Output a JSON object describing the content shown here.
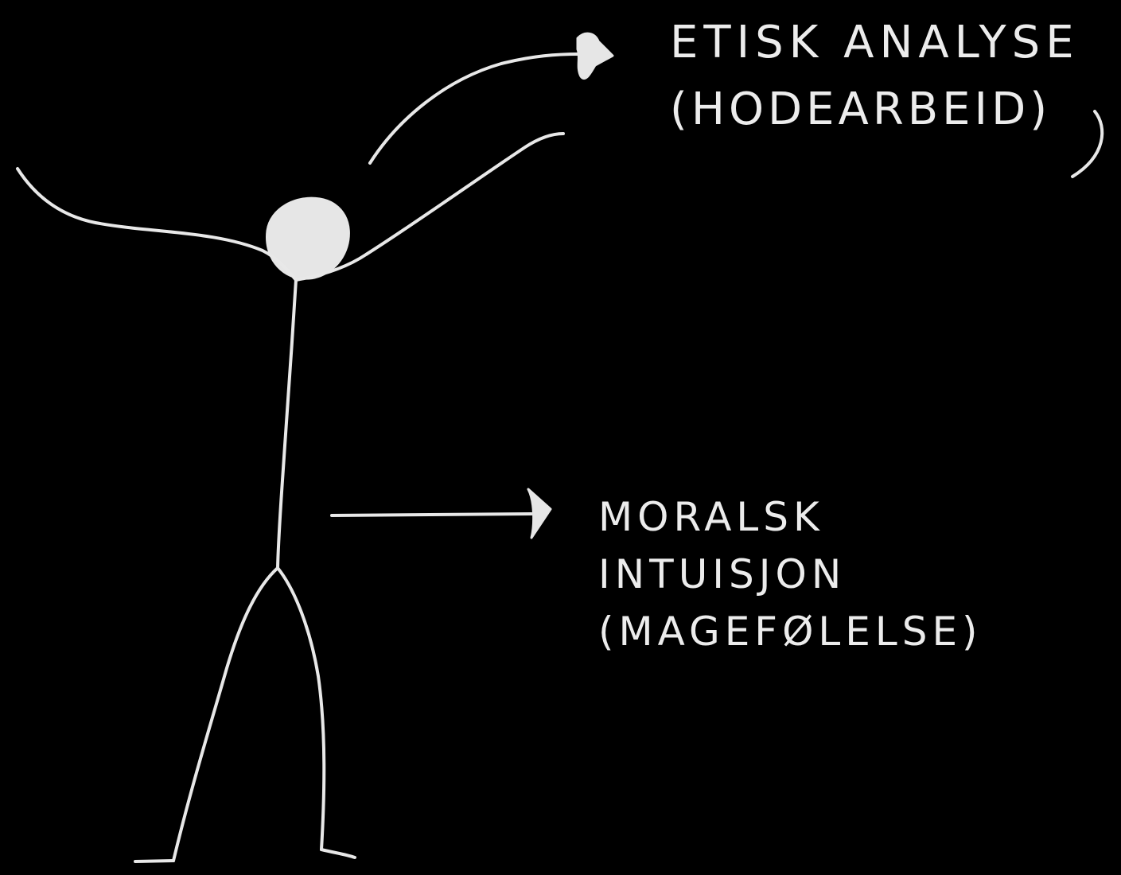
{
  "labels": {
    "top": {
      "line1": "ETISK ANALYSE",
      "line2": "(HODEARBEID)"
    },
    "bottom": {
      "line1": "MORALSK",
      "line2": "INTUISJON",
      "line3": "(MAGEFØLELSE)"
    }
  },
  "colors": {
    "background": "#000000",
    "ink": "#e8e8e8"
  }
}
